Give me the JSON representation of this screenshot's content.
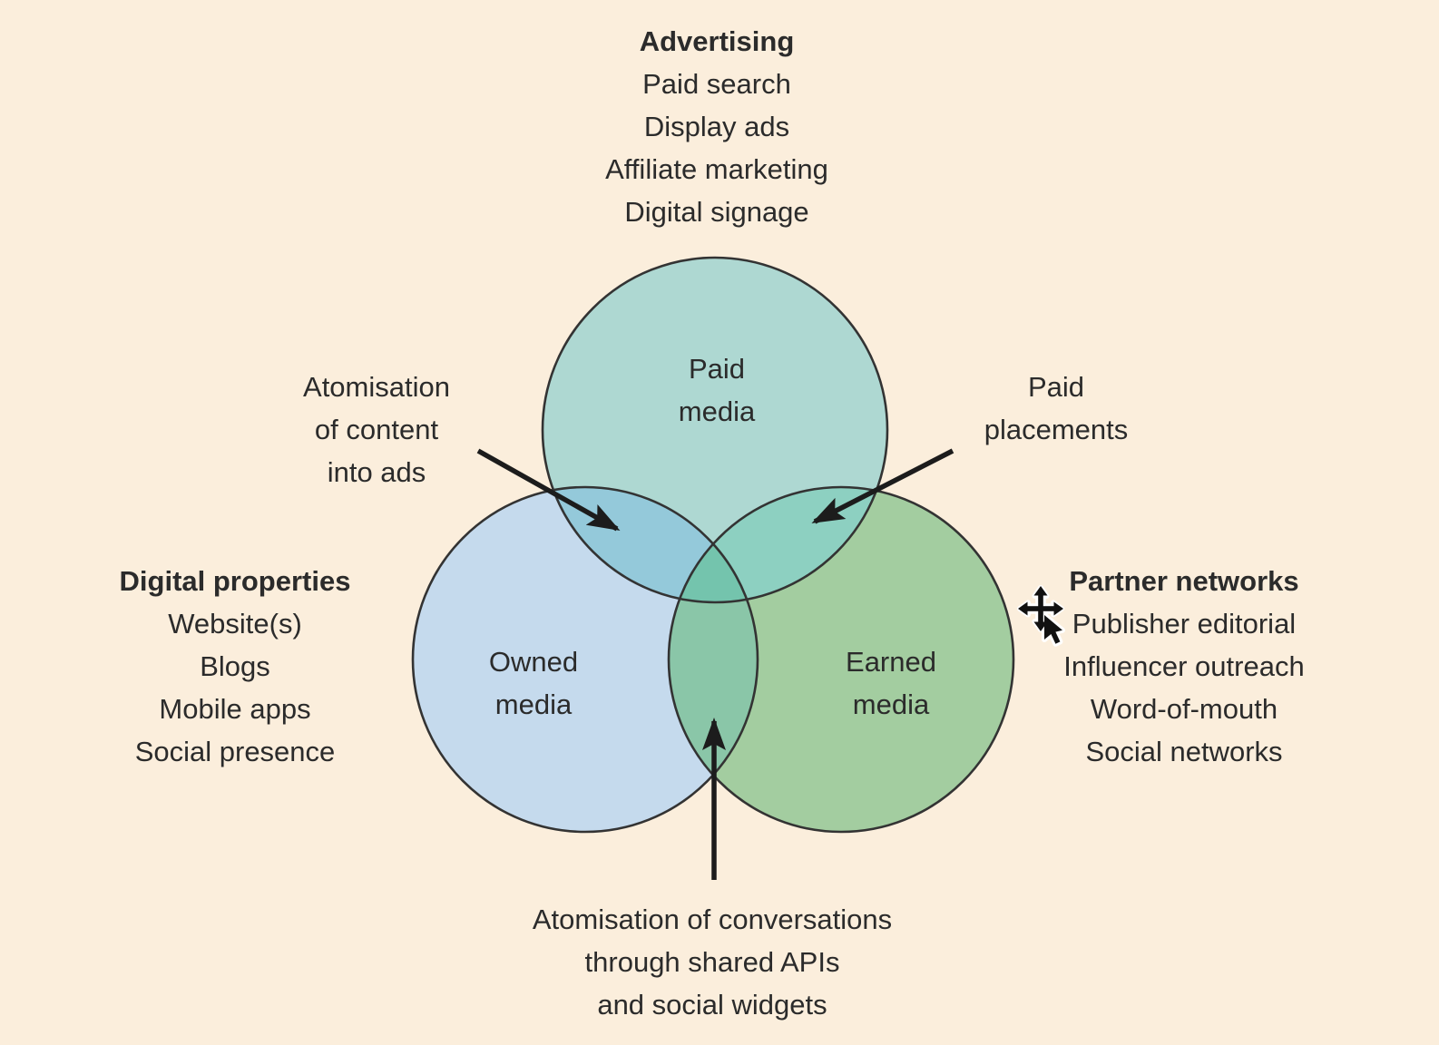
{
  "background_color": "#fbeedc",
  "text_color": "#2b2b2b",
  "venn": {
    "outline_color": "#333333",
    "arrow_color": "#1c1c1c",
    "colors": {
      "paid": "#aed8d2",
      "owned": "#c5daed",
      "earned": "#a3cda0",
      "paid_owned": "#94c9da",
      "paid_earned": "#8dd0c1",
      "owned_earned": "#8ac6a8",
      "center": "#74c4ad"
    },
    "circle_labels": {
      "paid": {
        "line1": "Paid",
        "line2": "media"
      },
      "owned": {
        "line1": "Owned",
        "line2": "media"
      },
      "earned": {
        "line1": "Earned",
        "line2": "media"
      }
    }
  },
  "lists": {
    "advertising": {
      "title": "Advertising",
      "items": [
        "Paid search",
        "Display ads",
        "Affiliate marketing",
        "Digital signage"
      ]
    },
    "digital_properties": {
      "title": "Digital properties",
      "items": [
        "Website(s)",
        "Blogs",
        "Mobile apps",
        "Social presence"
      ]
    },
    "partner_networks": {
      "title": "Partner networks",
      "items": [
        "Publisher editorial",
        "Influencer outreach",
        "Word-of-mouth",
        "Social networks"
      ]
    }
  },
  "annotations": {
    "atomisation_ads": {
      "lines": [
        "Atomisation",
        "of content",
        "into ads"
      ]
    },
    "paid_placements": {
      "lines": [
        "Paid",
        "placements"
      ]
    },
    "atomisation_conversations": {
      "lines": [
        "Atomisation of conversations",
        "through shared APIs",
        "and social widgets"
      ]
    }
  },
  "icons": {
    "cursor": "move-cursor"
  }
}
